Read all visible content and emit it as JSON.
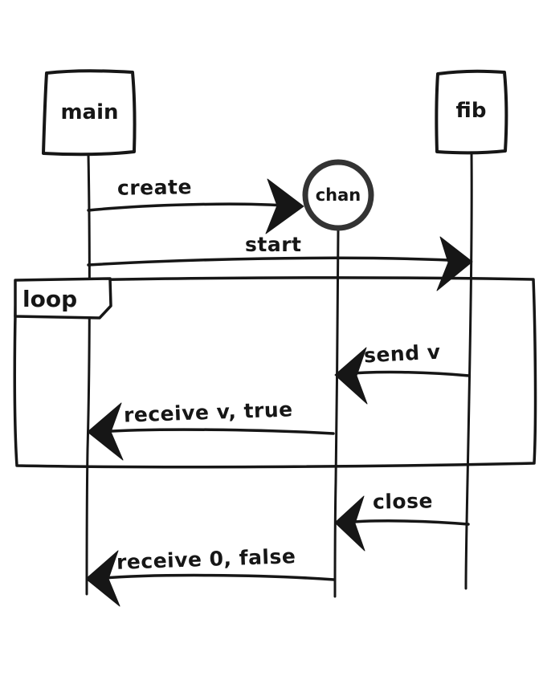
{
  "diagram": {
    "kind": "hand-drawn sequence diagram",
    "background_color": "#ffffff",
    "stroke_color": "#161616",
    "chan_circle_color": "#333333",
    "participants": [
      {
        "id": "main",
        "label": "main",
        "shape": "rect"
      },
      {
        "id": "chan",
        "label": "chan",
        "shape": "circle"
      },
      {
        "id": "fib",
        "label": "fib",
        "shape": "rect"
      }
    ],
    "fragment": {
      "label": "loop"
    },
    "messages": [
      {
        "label": "create",
        "from": "main",
        "to": "chan",
        "in_fragment": false
      },
      {
        "label": "start",
        "from": "main",
        "to": "fib",
        "in_fragment": false
      },
      {
        "label": "send v",
        "from": "fib",
        "to": "chan",
        "in_fragment": true
      },
      {
        "label": "receive v, true",
        "from": "chan",
        "to": "main",
        "in_fragment": true
      },
      {
        "label": "close",
        "from": "fib",
        "to": "chan",
        "in_fragment": false
      },
      {
        "label": "receive 0, false",
        "from": "chan",
        "to": "main",
        "in_fragment": false
      }
    ]
  }
}
